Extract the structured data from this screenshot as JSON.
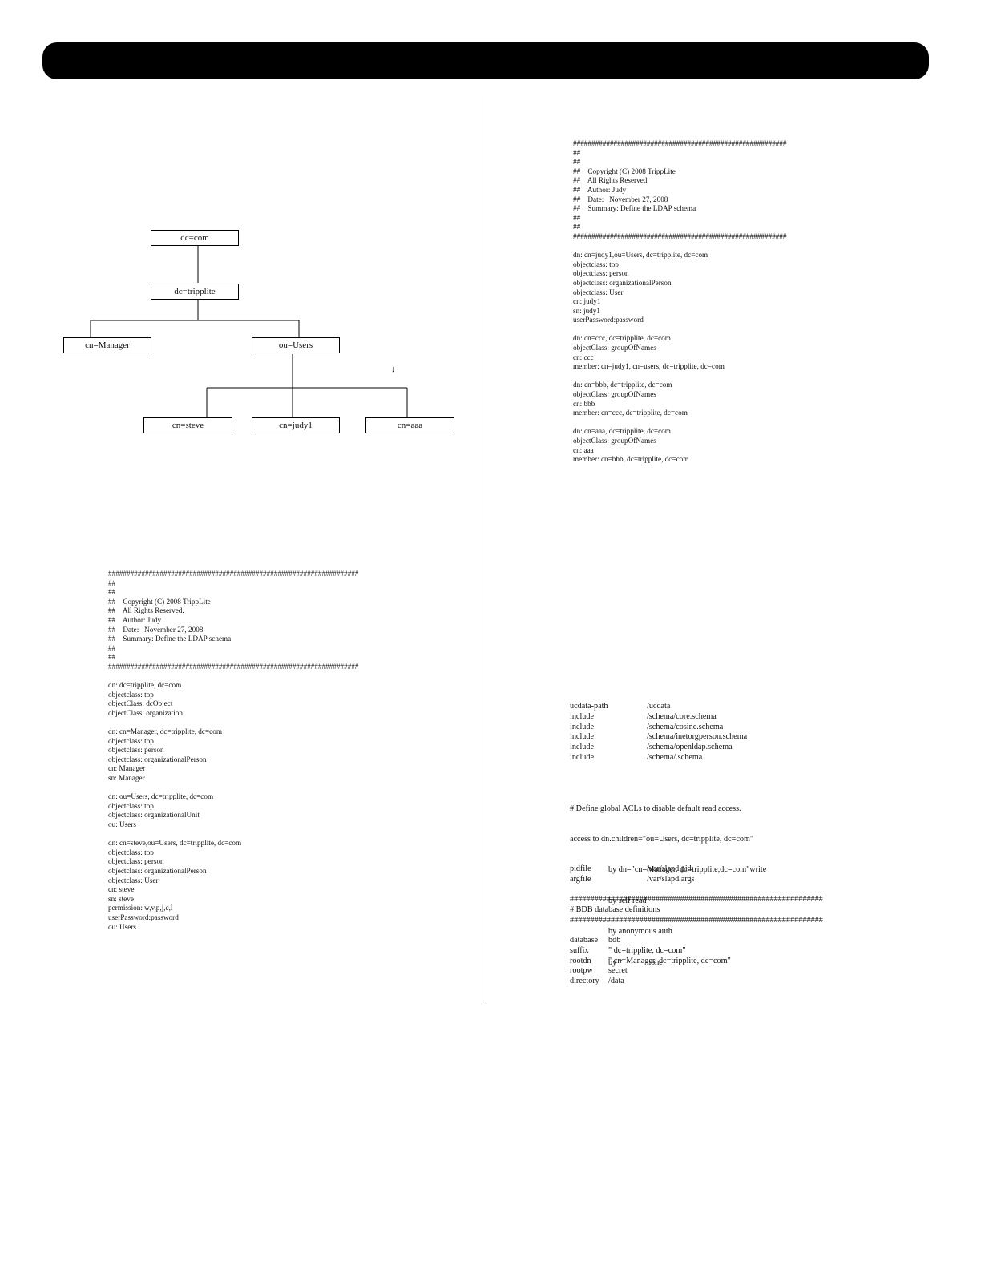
{
  "tree": {
    "nodes": {
      "dc_com": "dc=com",
      "dc_tripplite": "dc=tripplite",
      "cn_manager": "cn=Manager",
      "ou_users": "ou=Users",
      "cn_steve": "cn=steve",
      "cn_judy1": "cn=judy1",
      "cn_aaa": "cn=aaa"
    },
    "cursor": "↓"
  },
  "ldif_left": [
    "####################################################################",
    "##",
    "##",
    "##    Copyright (C) 2008 TrippLite",
    "##    All Rights Reserved.",
    "##    Author: Judy",
    "##    Date:   November 27, 2008",
    "##    Summary: Define the LDAP schema",
    "##",
    "##",
    "####################################################################",
    "",
    "dn: dc=tripplite, dc=com",
    "objectclass: top",
    "objectClass: dcObject",
    "objectClass: organization",
    "",
    "dn: cn=Manager, dc=tripplite, dc=com",
    "objectclass: top",
    "objectclass: person",
    "objectclass: organizationalPerson",
    "cn: Manager",
    "sn: Manager",
    "",
    "dn: ou=Users, dc=tripplite, dc=com",
    "objectclass: top",
    "objectclass: organizationalUnit",
    "ou: Users",
    "",
    "dn: cn=steve,ou=Users, dc=tripplite, dc=com",
    "objectclass: top",
    "objectclass: person",
    "objectclass: organizationalPerson",
    "objectclass: User",
    "cn: steve",
    "sn: steve",
    "permission: w,v,p,j,c,l",
    "userPassword:password",
    "ou: Users"
  ],
  "ldif_right": [
    "##########################################################",
    "##",
    "##",
    "##    Copyright (C) 2008 TrippLite",
    "##    All Rights Reserved",
    "##    Author: Judy",
    "##    Date:   November 27, 2008",
    "##    Summary: Define the LDAP schema",
    "##",
    "##",
    "##########################################################",
    "",
    "dn: cn=judy1,ou=Users, dc=tripplite, dc=com",
    "objectclass: top",
    "objectclass: person",
    "objectclass: organizationalPerson",
    "objectclass: User",
    "cn: judy1",
    "sn: judy1",
    "userPassword:password",
    "",
    "dn: cn=ccc, dc=tripplite, dc=com",
    "objectClass: groupOfNames",
    "cn: ccc",
    "member: cn=judy1, cn=users, dc=tripplite, dc=com",
    "",
    "dn: cn=bbb, dc=tripplite, dc=com",
    "objectClass: groupOfNames",
    "cn: bbb",
    "member: cn=ccc, dc=tripplite, dc=com",
    "",
    "dn: cn=aaa, dc=tripplite, dc=com",
    "objectClass: groupOfNames",
    "cn: aaa",
    "member: cn=bbb, dc=tripplite, dc=com"
  ],
  "slapd_includes": [
    {
      "k": "ucdata-path",
      "v": "/ucdata"
    },
    {
      "k": "include",
      "v": "/schema/core.schema"
    },
    {
      "k": "include",
      "v": "/schema/cosine.schema"
    },
    {
      "k": "include",
      "v": "/schema/inetorgperson.schema"
    },
    {
      "k": "include",
      "v": "/schema/openldap.schema"
    },
    {
      "k": "include",
      "v": "/schema/.schema"
    }
  ],
  "slapd_acl": {
    "comment": "# Define global ACLs to disable default read access.",
    "access": "access to dn.children=\"ou=Users, dc=tripplite, dc=com\"",
    "by1": "by dn=\"cn=Manager, dc=tripplite,dc=com\"write",
    "by2": "by self read",
    "by3": "by anonymous auth",
    "by4_k": "by *",
    "by4_v": "none"
  },
  "slapd_files": [
    {
      "k": "pidfile",
      "v": "/var/slapd.pid"
    },
    {
      "k": "argfile",
      "v": "/var/slapd.args"
    }
  ],
  "slapd_db_header": [
    "##############################################################",
    "# BDB database definitions",
    "##############################################################"
  ],
  "slapd_db": [
    {
      "k": "database",
      "v": "bdb"
    },
    {
      "k": "suffix",
      "v": "\" dc=tripplite, dc=com\""
    },
    {
      "k": "rootdn",
      "v": "\" cn=Manager, dc=tripplite, dc=com\""
    },
    {
      "k": "rootpw",
      "v": "secret"
    },
    {
      "k": "directory",
      "v": "/data"
    }
  ]
}
